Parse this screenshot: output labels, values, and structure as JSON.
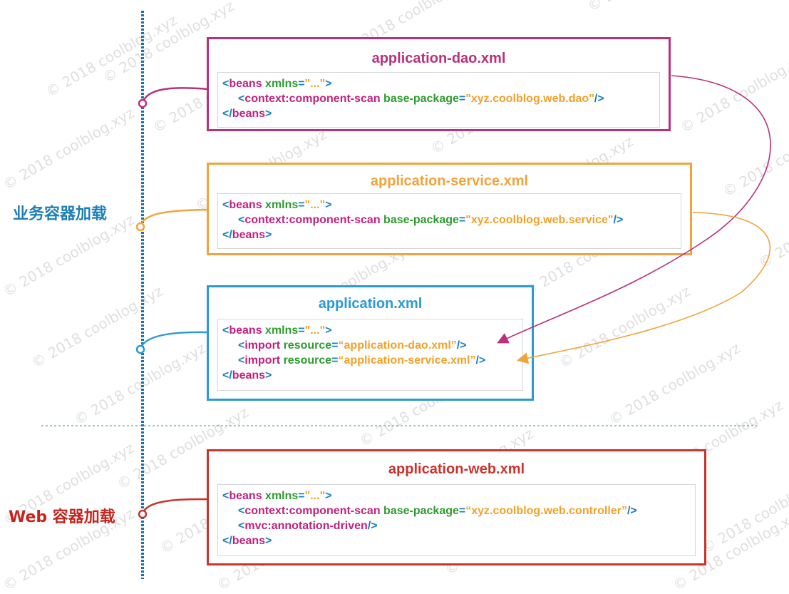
{
  "labels": {
    "business": "业务容器加载",
    "web": "Web 容器加载"
  },
  "watermark": "© 2018 coolblog.xyz",
  "colors": {
    "dao": "#b9307e",
    "service": "#f0a43c",
    "app": "#2a9ad6",
    "web": "#c8332c",
    "timeline": "#1f6fa8",
    "business_label": "#1e7fb5",
    "web_label": "#c4261f"
  },
  "files": {
    "dao": {
      "title": "application-dao.xml",
      "l1_tag": "beans",
      "l1_attr": "xmlns",
      "l1_val": "...",
      "l2_tag": "context:component-scan",
      "l2_attr": "base-package",
      "l2_val": "xyz.coolblog.web.dao",
      "l3_tag": "beans"
    },
    "service": {
      "title": "application-service.xml",
      "l1_tag": "beans",
      "l1_attr": "xmlns",
      "l1_val": "...",
      "l2_tag": "context:component-scan",
      "l2_attr": "base-package",
      "l2_val": "xyz.coolblog.web.service",
      "l3_tag": "beans"
    },
    "app": {
      "title": "application.xml",
      "l1_tag": "beans",
      "l1_attr": "xmlns",
      "l1_val": "...",
      "l2_tag": "import",
      "l2_attr": "resource",
      "l2_val": "application-dao.xml",
      "l3_tag": "import",
      "l3_attr": "resource",
      "l3_val": "application-service.xml",
      "l4_tag": "beans"
    },
    "web": {
      "title": "application-web.xml",
      "l1_tag": "beans",
      "l1_attr": "xmlns",
      "l1_val": "...",
      "l2_tag": "context:component-scan",
      "l2_attr": "base-package",
      "l2_val": "xyz.coolblog.web.controller",
      "l3_tag": "mvc:annotation-driven",
      "l4_tag": "beans"
    }
  }
}
